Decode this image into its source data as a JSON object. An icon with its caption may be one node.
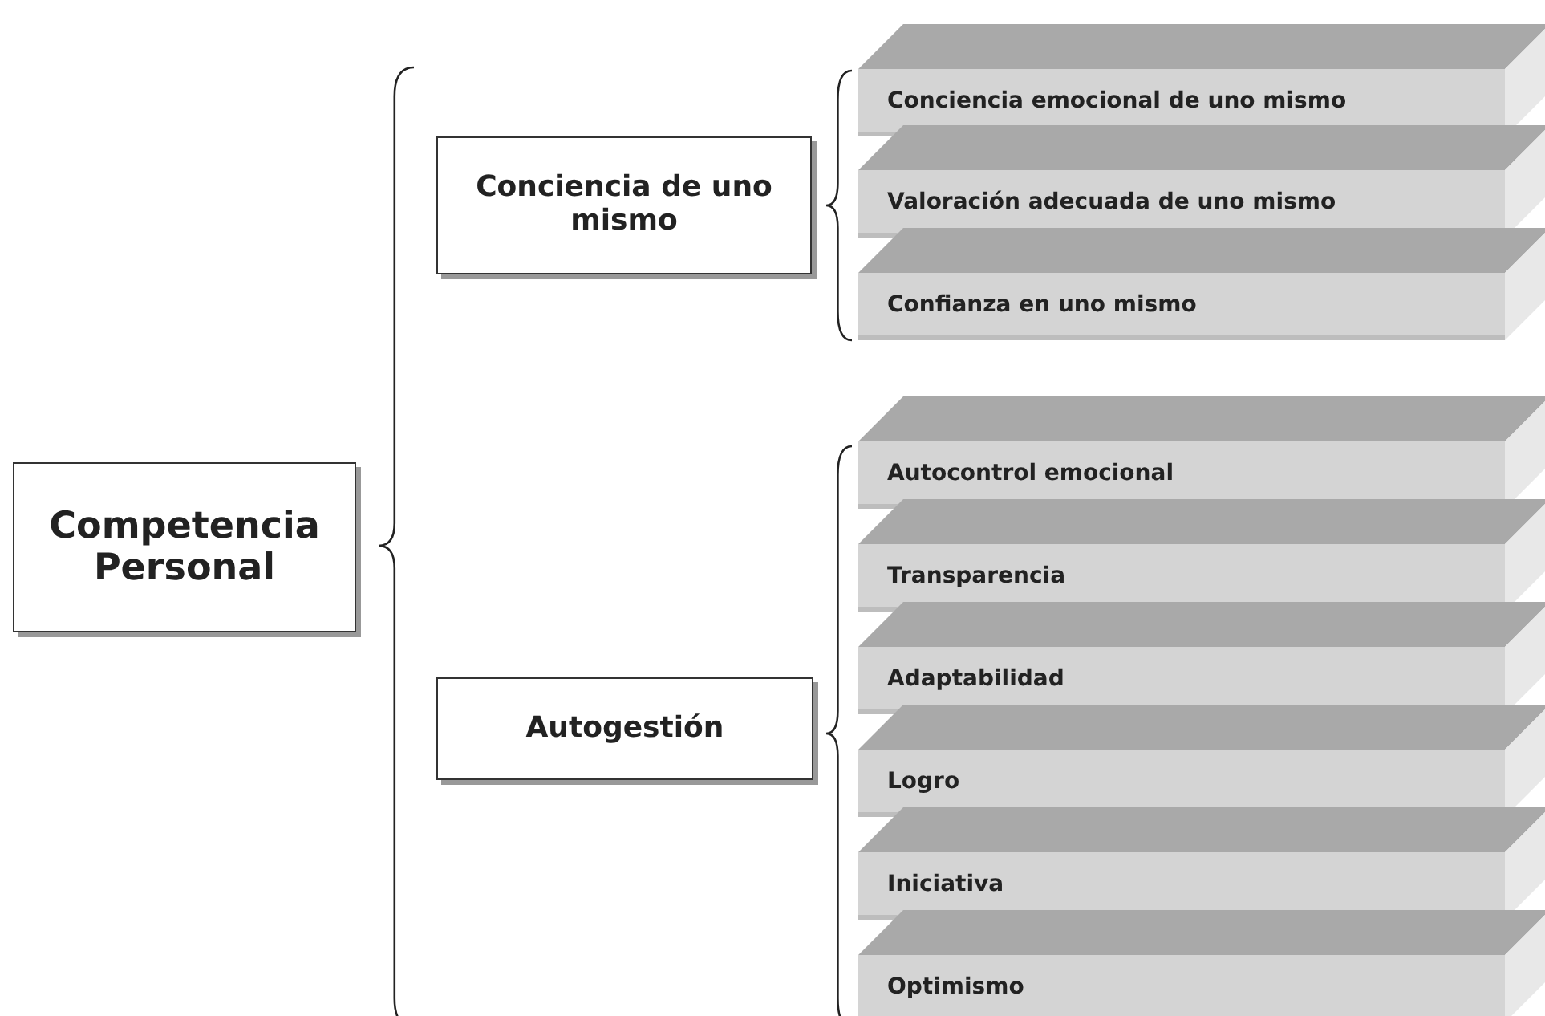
{
  "diagram": {
    "nodes": [
      {
        "text": [
          "Competencia Personal"
        ]
      },
      {
        "text": [
          "Conciencia de uno mismo"
        ]
      },
      {
        "text": [
          "Conciencia emocional de uno mismo"
        ]
      },
      {
        "text": [
          "Valoración adecuada de uno mismo"
        ]
      },
      {
        "text": [
          "Confianza en uno mismo"
        ]
      },
      {
        "text": [
          "Autogestión"
        ]
      },
      {
        "text": [
          "Autocontrol emocional"
        ]
      },
      {
        "text": [
          "Transparencia"
        ]
      },
      {
        "text": [
          "Adaptabilidad"
        ]
      },
      {
        "text": [
          "Logro"
        ]
      },
      {
        "text": [
          "Iniciativa"
        ]
      },
      {
        "text": [
          "Optimismo"
        ]
      }
    ]
  }
}
